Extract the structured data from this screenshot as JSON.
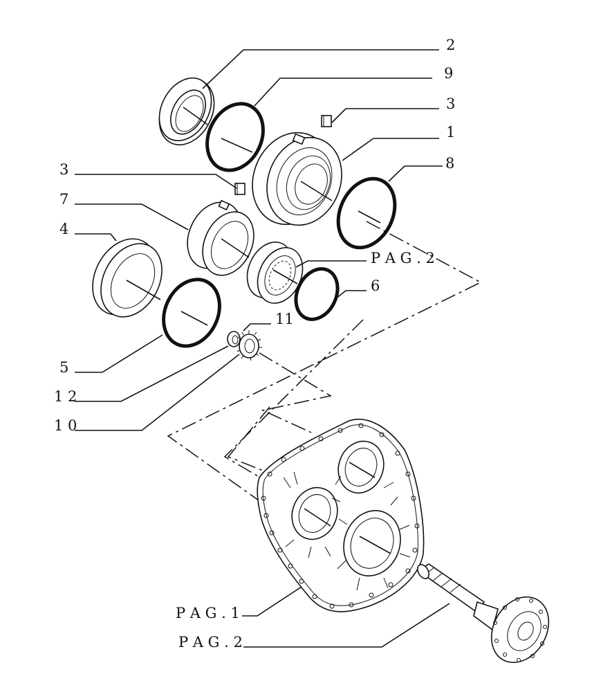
{
  "callouts": [
    {
      "id": "c2",
      "text": "2"
    },
    {
      "id": "c9",
      "text": "9"
    },
    {
      "id": "c3a",
      "text": "3"
    },
    {
      "id": "c1",
      "text": "1"
    },
    {
      "id": "c3b",
      "text": "3"
    },
    {
      "id": "c8",
      "text": "8"
    },
    {
      "id": "c7",
      "text": "7"
    },
    {
      "id": "c4",
      "text": "4"
    },
    {
      "id": "c6",
      "text": "6"
    },
    {
      "id": "c11",
      "text": "11"
    },
    {
      "id": "c5",
      "text": "5"
    },
    {
      "id": "c12",
      "text": "1 2"
    },
    {
      "id": "c10",
      "text": "1 0"
    }
  ],
  "refs": {
    "pag2_top": "P A G . 2",
    "pag1": "P A G . 1",
    "pag2_bottom": "P A G . 2"
  },
  "colors": {
    "ink": "#111111",
    "paper": "#ffffff"
  }
}
